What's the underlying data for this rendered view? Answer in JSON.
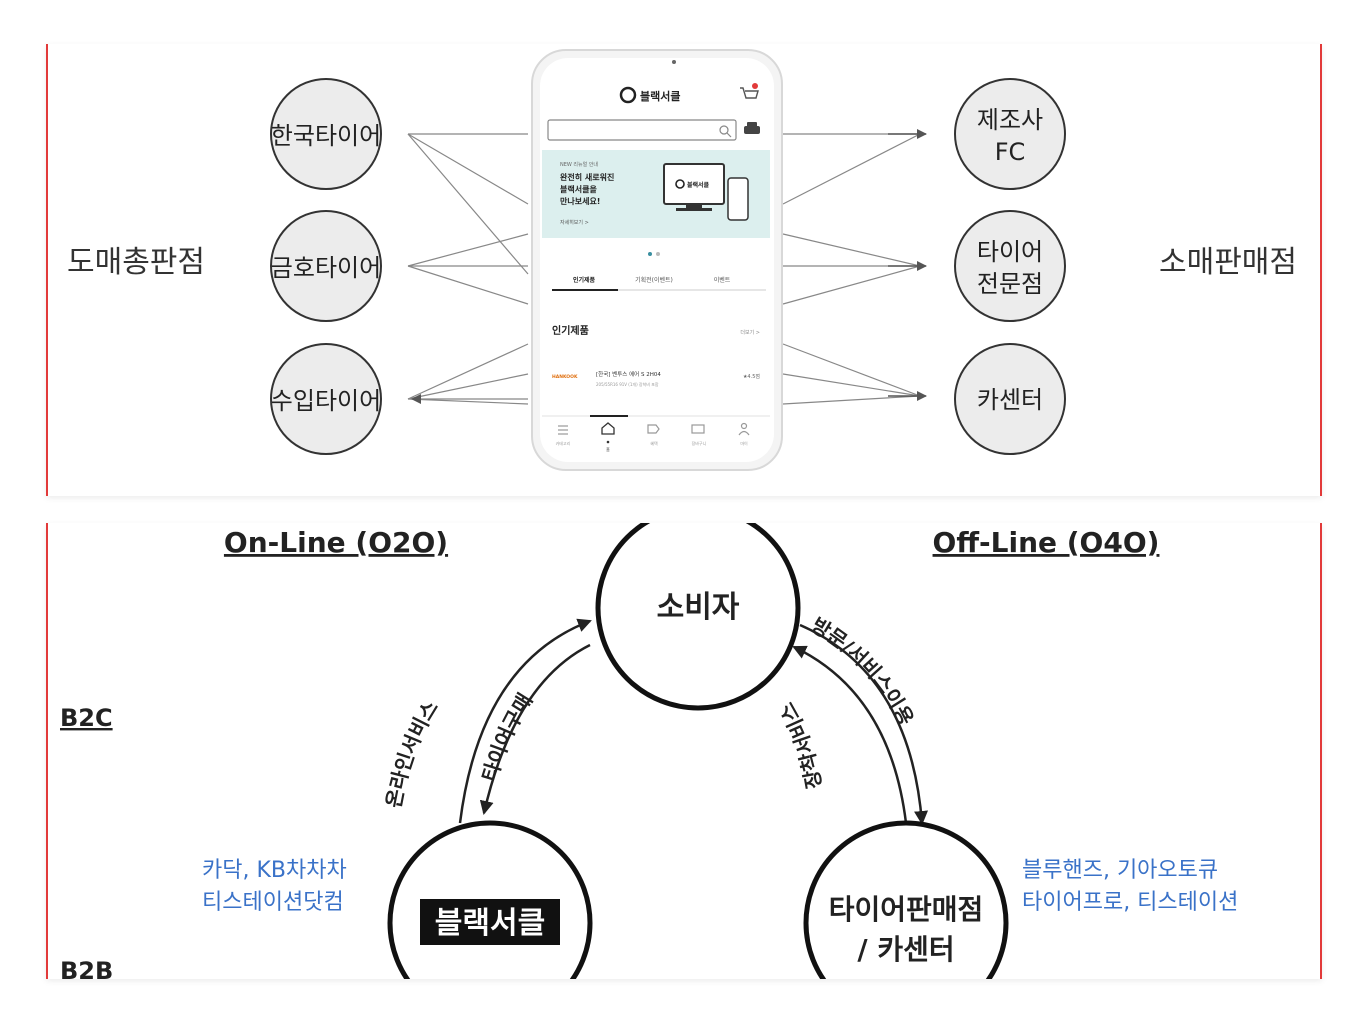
{
  "top": {
    "left_label": "도매총판점",
    "right_label": "소매판매점",
    "wholesalers": [
      "한국타이어",
      "금호타이어",
      "수입타이어"
    ],
    "retailers": [
      [
        "제조사",
        "FC"
      ],
      [
        "타이어",
        "전문점"
      ],
      [
        "카센터"
      ]
    ],
    "phone": {
      "brand": "블랙서클",
      "banner_small": "NEW 리뉴얼 안내",
      "banner_lines": [
        "완전히 새로워진",
        "블랙서클을",
        "만나보세요!"
      ],
      "banner_link": "자세히보기 >",
      "banner_brand": "블랙서클",
      "tabs": [
        "인기제품",
        "기획전(이벤트)",
        "이벤트"
      ],
      "section_title": "인기제품",
      "section_more": "더보기 >",
      "product_brand": "HANKOOK",
      "product_name": "[한국] 벤투스 에어 S 2H04",
      "product_sub": "205/55R16 91V (1개) 장착비 포함",
      "product_rating": "★4.5점",
      "nav": [
        "카테고리",
        "홈",
        "혜택",
        "장바구니",
        "마이"
      ]
    }
  },
  "bottom": {
    "online_heading": "On-Line (O2O)",
    "offline_heading": "Off-Line (O4O)",
    "b2c_label": "B2C",
    "b2b_label": "B2B",
    "consumer": "소비자",
    "blackcircle": "블랙서클",
    "shop_line1": "타이어판매점",
    "shop_line2": "/ 카센터",
    "arrow_online_service": "온라인서비스",
    "arrow_tire_purchase": "타이어구매",
    "arrow_mount_service": "장착서비스",
    "arrow_visit_use": "방문/서비스이용",
    "left_companies": [
      "카닥, KB차차차",
      "티스테이션닷컴"
    ],
    "right_companies": [
      "블루핸즈, 기아오토큐",
      "타이어프로, 티스테이션"
    ]
  },
  "colors": {
    "accent_red": "#e23a3a",
    "company_blue": "#3a72c8",
    "circle_fill": "#ececec"
  }
}
